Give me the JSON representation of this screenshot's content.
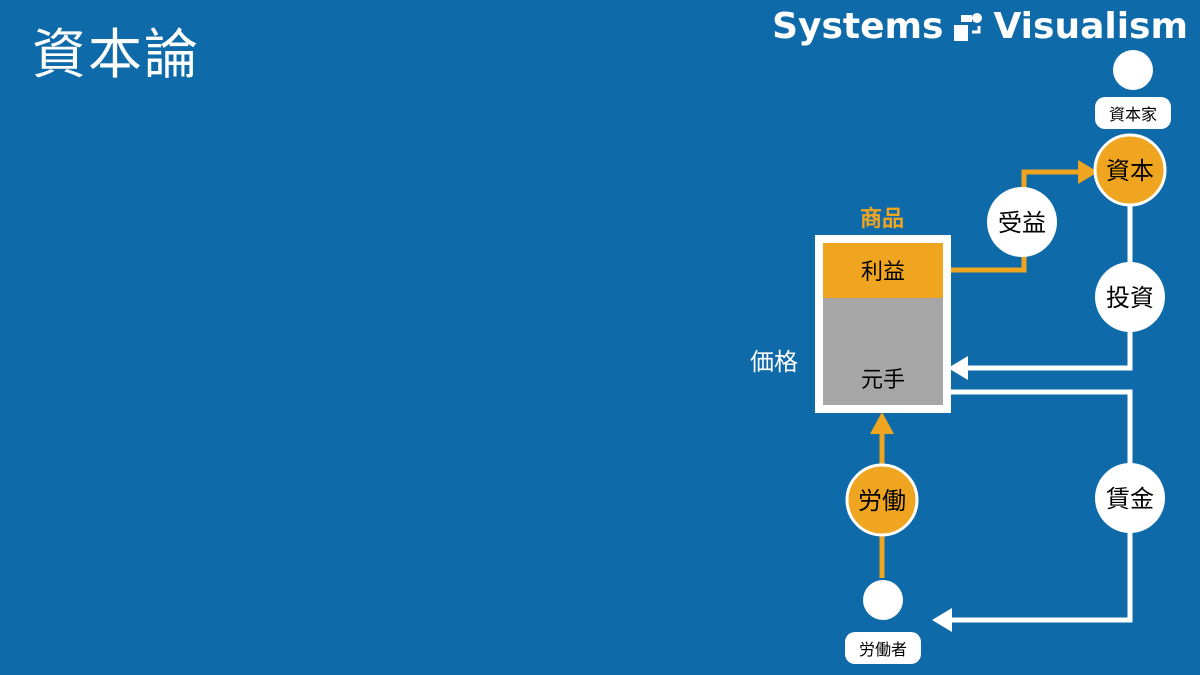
{
  "header": {
    "title": "資本論",
    "logo_left": "Systems",
    "logo_right": "Visualism"
  },
  "diagram": {
    "commodity_label": "商品",
    "profit_label": "利益",
    "cost_label": "元手",
    "price_label": "価格",
    "capitalist_label": "資本家",
    "capital_label": "資本",
    "benefit_label": "受益",
    "investment_label": "投資",
    "wage_label": "賃金",
    "labor_label": "労働",
    "worker_label": "労働者"
  },
  "colors": {
    "background": "#0e6aa8",
    "accent": "#f0a521",
    "box_gray": "#a6a6a6",
    "white": "#ffffff",
    "text": "#000000"
  }
}
